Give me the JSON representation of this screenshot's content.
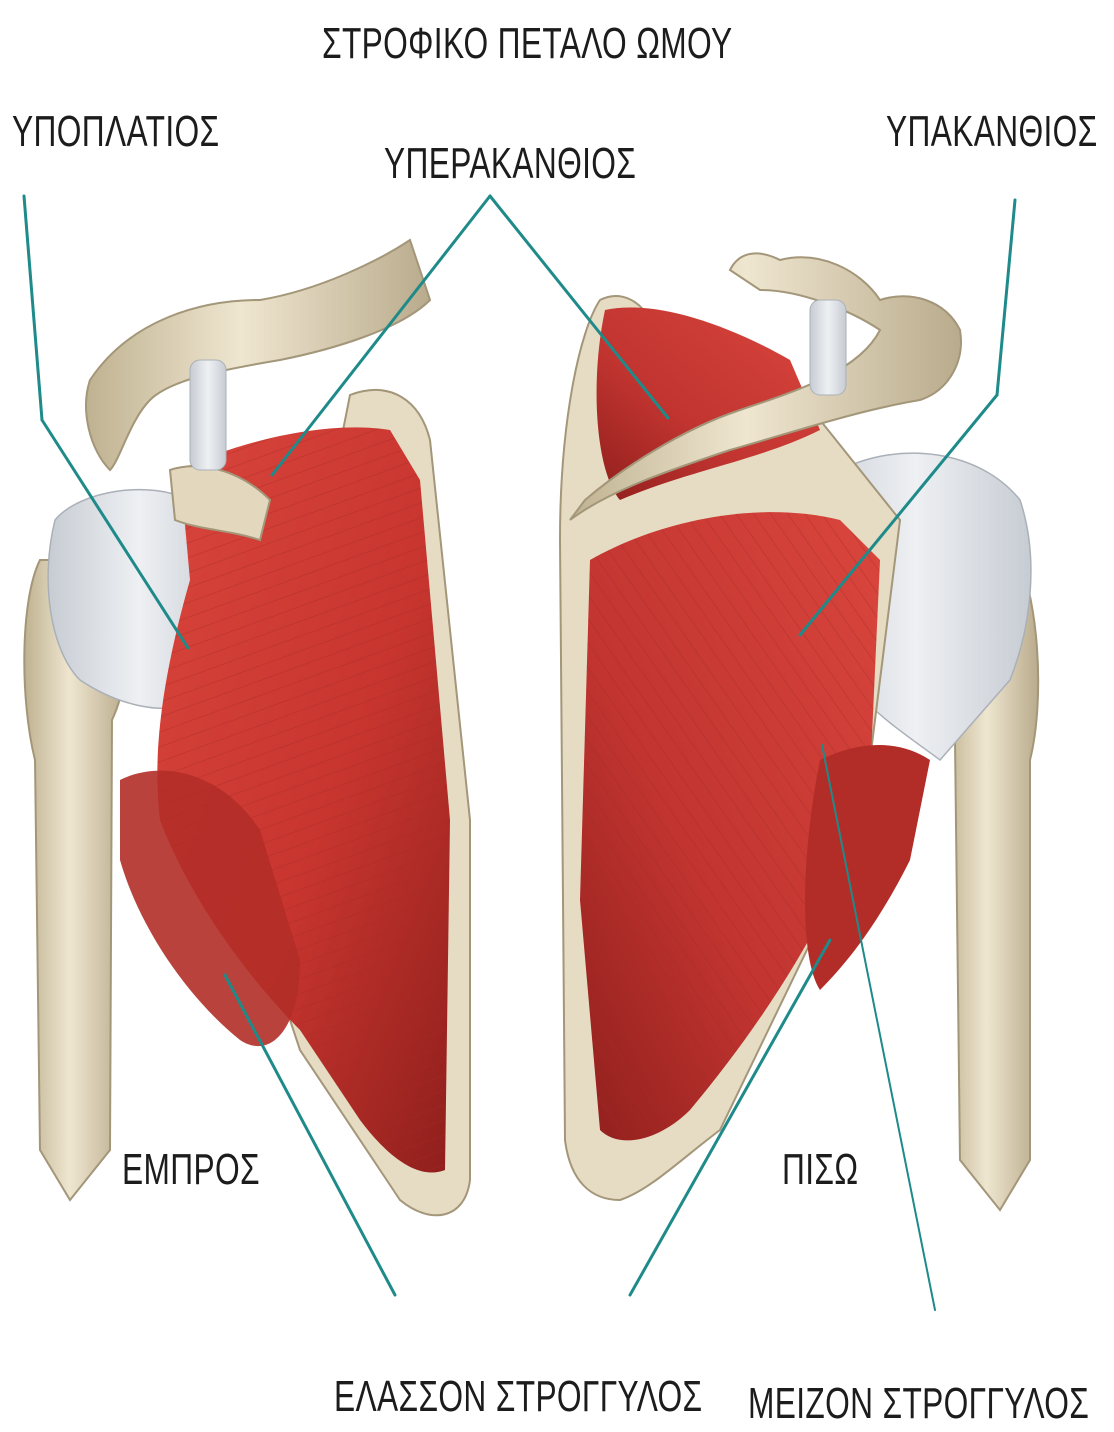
{
  "title": "ΣΤΡΟΦΙΚΟ ΠΕΤΑΛΟ ΩΜΟΥ",
  "labels": {
    "subscapularis": "ΥΠΟΠΛΑΤΙΟΣ",
    "supraspinatus": "ΥΠΕΡΑΚΑΝΘΙΟΣ",
    "infraspinatus": "ΥΠΑΚΑΝΘΙΟΣ",
    "teres_minor": "ΕΛΑΣΣΟΝ ΣΤΡΟΓΓΥΛΟΣ",
    "teres_major": "ΜΕΙΖΟΝ ΣΤΡΟΓΓΥΛΟΣ"
  },
  "views": {
    "front": "ΕΜΠΡΟΣ",
    "back": "ΠΙΣΩ"
  },
  "colors": {
    "muscle": "#c8352f",
    "muscle_dark": "#8f1f1c",
    "bone": "#e6dcc4",
    "bone_shadow": "#b9ab8c",
    "tendon": "#dfe3e8",
    "leader_line": "#1f8a8a",
    "text": "#1c1c1c"
  }
}
